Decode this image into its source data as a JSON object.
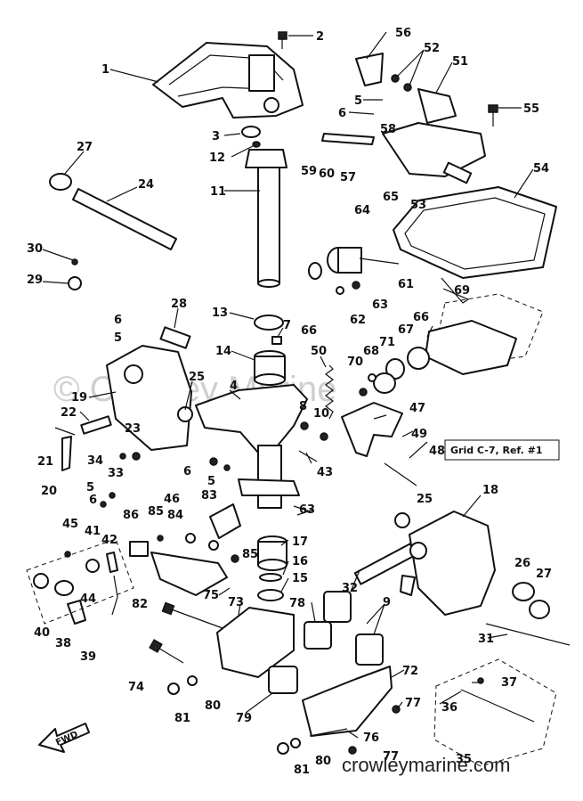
{
  "labels": {
    "p1": "1",
    "p2": "2",
    "p3": "3",
    "p12": "12",
    "p11": "11",
    "p27a": "27",
    "p24": "24",
    "p30": "30",
    "p29": "29",
    "p28": "28",
    "p6a": "6",
    "p5a": "5",
    "p13": "13",
    "p7": "7",
    "p19": "19",
    "p25a": "25",
    "p14": "14",
    "p4": "4",
    "p22": "22",
    "p23": "23",
    "p8": "8",
    "p10": "10",
    "p21": "21",
    "p34": "34",
    "p33": "33",
    "p20": "20",
    "p5b": "5",
    "p6b": "6",
    "p56": "56",
    "p52": "52",
    "p51": "51",
    "p5c": "5",
    "p6c": "6",
    "p58": "58",
    "p55": "55",
    "p59": "59",
    "p60": "60",
    "p57": "57",
    "p64": "64",
    "p65": "65",
    "p53": "53",
    "p54": "54",
    "p61": "61",
    "p63": "63",
    "p62": "62",
    "p66a": "66",
    "p69": "69",
    "p66b": "66",
    "p67": "67",
    "p71": "71",
    "p68": "68",
    "p70": "70",
    "p50": "50",
    "p47": "47",
    "p49": "49",
    "p48": "48",
    "p43": "43",
    "p6d": "6",
    "p5d": "5",
    "p83a": "83",
    "p46": "46",
    "p86": "86",
    "p85a": "85",
    "p84": "84",
    "p63b": "63",
    "p45": "45",
    "p41": "41",
    "p42": "42",
    "p17": "17",
    "p85b": "85",
    "p16": "16",
    "p15": "15",
    "p25b": "25",
    "p18": "18",
    "p44": "44",
    "p82": "82",
    "p75": "75",
    "p73": "73",
    "p78": "78",
    "p9": "9",
    "p32": "32",
    "p26": "26",
    "p27b": "27",
    "p40": "40",
    "p38": "38",
    "p39": "39",
    "p74": "74",
    "p31": "31",
    "p72": "72",
    "p37": "37",
    "p36": "36",
    "p81a": "81",
    "p80a": "80",
    "p79": "79",
    "p77a": "77",
    "p76": "76",
    "p35": "35",
    "p81b": "81",
    "p80b": "80",
    "p77b": "77"
  },
  "grid_ref": "Grid C-7, Ref. #1",
  "fwd_label": "FWD",
  "watermark": "© Crowley Marine",
  "site": "crowleymarine.com"
}
